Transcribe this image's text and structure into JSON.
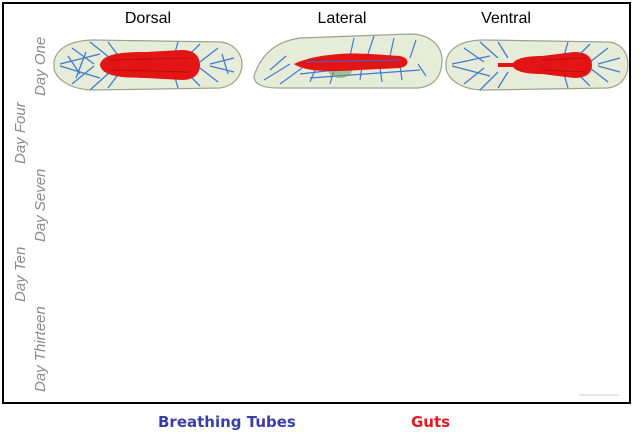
{
  "columns": [
    "Dorsal",
    "Lateral",
    "Ventral"
  ],
  "rows": [
    "Day One",
    "Day Four",
    "Day Seven",
    "Day Ten",
    "Day Thirteen"
  ],
  "legend": {
    "tubes_label": "Breathing Tubes",
    "tubes_color": "#3a3fa8",
    "guts_label": "Guts",
    "guts_color": "#e01b22"
  },
  "colors": {
    "body": "#e7ecd9",
    "body_outline": "#9aa58a",
    "trachea": "#2f6fd0",
    "gut": "#e31414",
    "accent_green": "#6fa070"
  }
}
